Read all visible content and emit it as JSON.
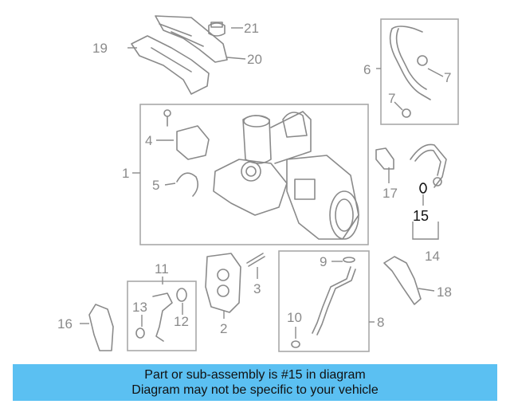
{
  "callouts": {
    "c1": "1",
    "c2": "2",
    "c3": "3",
    "c4": "4",
    "c5": "5",
    "c6": "6",
    "c7a": "7",
    "c7b": "7",
    "c8": "8",
    "c9": "9",
    "c10": "10",
    "c11": "11",
    "c12": "12",
    "c13": "13",
    "c14": "14",
    "c15": "15",
    "c16": "16",
    "c17": "17",
    "c18": "18",
    "c19": "19",
    "c20": "20",
    "c21": "21"
  },
  "highlight_part": "15",
  "banner": {
    "line1": "Part or sub-assembly is #15 in diagram",
    "line2": "Diagram may not be specific to your vehicle"
  },
  "colors": {
    "banner_bg": "#5bc0f2",
    "line_art": "#8a8a8a",
    "highlight": "#111111"
  }
}
